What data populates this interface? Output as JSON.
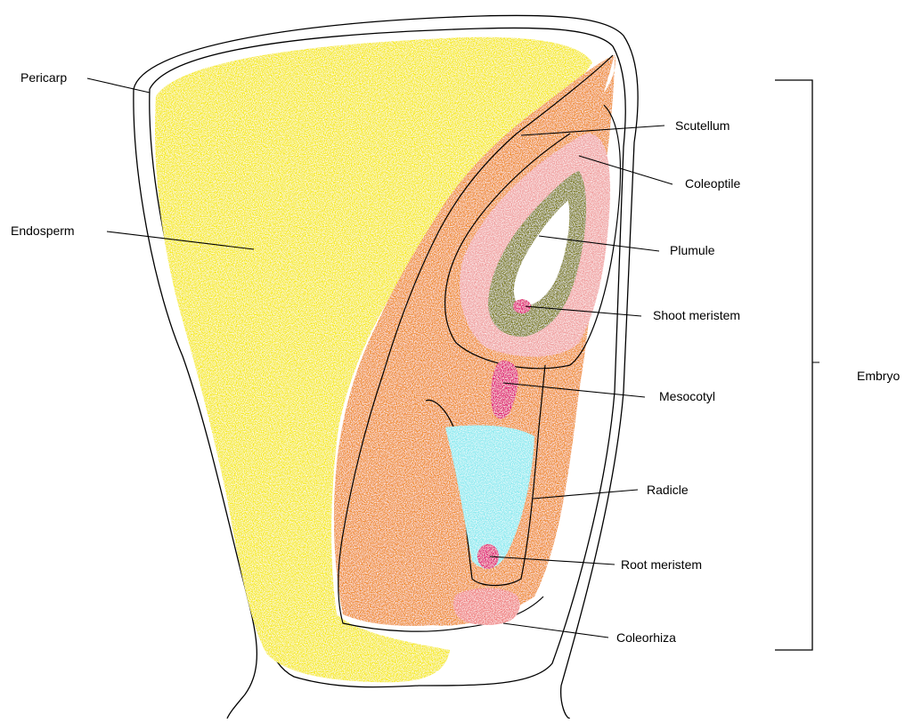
{
  "diagram": {
    "labels": {
      "pericarp": "Pericarp",
      "endosperm": "Endosperm",
      "scutellum": "Scutellum",
      "coleoptile": "Coleoptile",
      "plumule": "Plumule",
      "shoot_meristem": "Shoot meristem",
      "mesocotyl": "Mesocotyl",
      "radicle": "Radicle",
      "root_meristem": "Root meristem",
      "coleorhiza": "Coleorhiza",
      "embryo": "Embryo"
    },
    "colors": {
      "endosperm": "#f6ea18",
      "scutellum": "#ef8a2a",
      "coleoptile": "#f0a0a0",
      "plumule": "#7a7a16",
      "meristem": "#e0106e",
      "radicle": "#8ceaf0",
      "coleorhiza": "#f08080",
      "outline": "#000000"
    }
  }
}
